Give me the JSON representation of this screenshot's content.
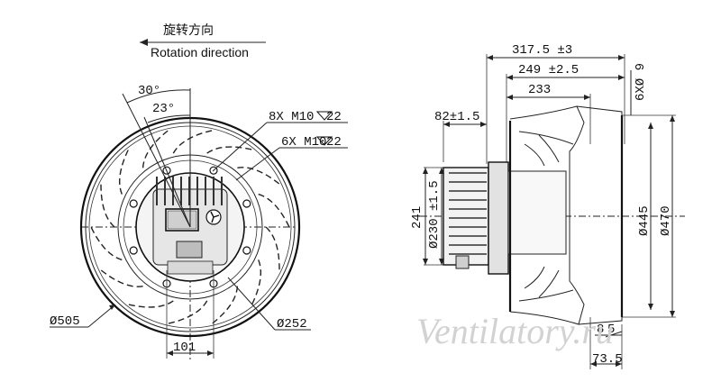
{
  "rotation": {
    "cn": "旋转方向",
    "en": "Rotation direction"
  },
  "front_view": {
    "angle_outer": "30°",
    "angle_inner": "23°",
    "bolt_8x": "8X M10",
    "bolt_8x_depth": "22",
    "bolt_6x": "6X M10",
    "bolt_6x_depth": "22",
    "dia_505": "Ø505",
    "dia_252": "Ø252",
    "width_101": "101"
  },
  "side_view": {
    "len_317": "317.5 ±3",
    "len_249": "249 ±2.5",
    "len_233": "233",
    "len_82": "82±1.5",
    "h_241": "241",
    "dia_230": "Ø230 ±1.5",
    "dia_445": "Ø445",
    "dia_470": "Ø470",
    "holes": "6XØ 9",
    "d_8": "8",
    "d_5": "5",
    "d_73": "73.5"
  },
  "watermark": "Ventilatory.ru"
}
